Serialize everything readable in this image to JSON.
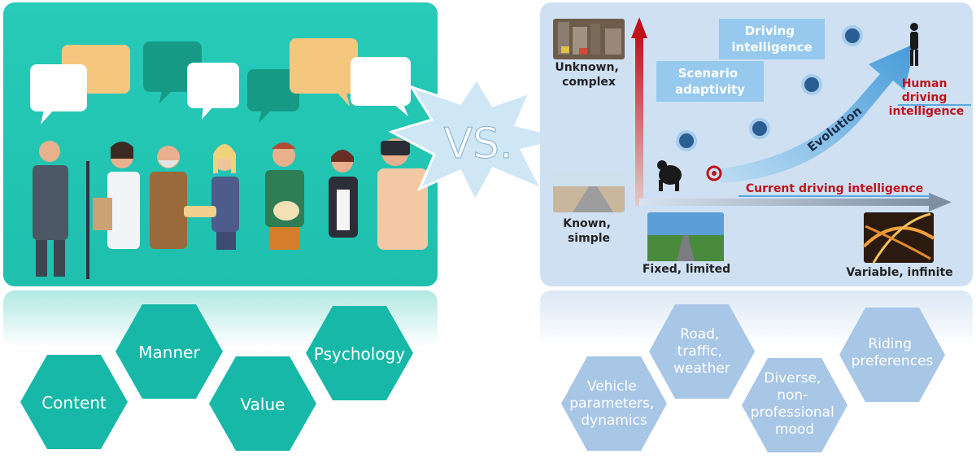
{
  "vs_text": "VS.",
  "left_hexagons": [
    "Content",
    "Manner",
    "Value",
    "Psychology"
  ],
  "right_hexagons": [
    [
      "Vehicle",
      "parameters,",
      "dynamics"
    ],
    [
      "Road,",
      "traffic,",
      "weather"
    ],
    [
      "Diverse,",
      "non-",
      "professional",
      "mood"
    ],
    [
      "Riding",
      "preferences"
    ]
  ],
  "diagram": {
    "y_top_label": [
      "Unknown,",
      "complex"
    ],
    "y_bottom_label": [
      "Known,",
      "simple"
    ],
    "x_left_label": "Fixed,  limited",
    "x_right_label": "Variable,  infinite",
    "box_driving": [
      "Driving",
      "intelligence"
    ],
    "box_scenario": [
      "Scenario",
      "adaptivity"
    ],
    "evolution_label": "Evolution",
    "human_label": [
      "Human",
      "driving",
      "intelligence"
    ],
    "current_label": "Current driving intelligence"
  },
  "colors": {
    "teal": "#1fc4b2",
    "hex_teal": "#17b8a8",
    "light_blue": "#cfe0f3",
    "hex_blue": "#a8c6e6",
    "dark_red": "#c0121a",
    "arrow_blue": "#5aa8e0"
  }
}
